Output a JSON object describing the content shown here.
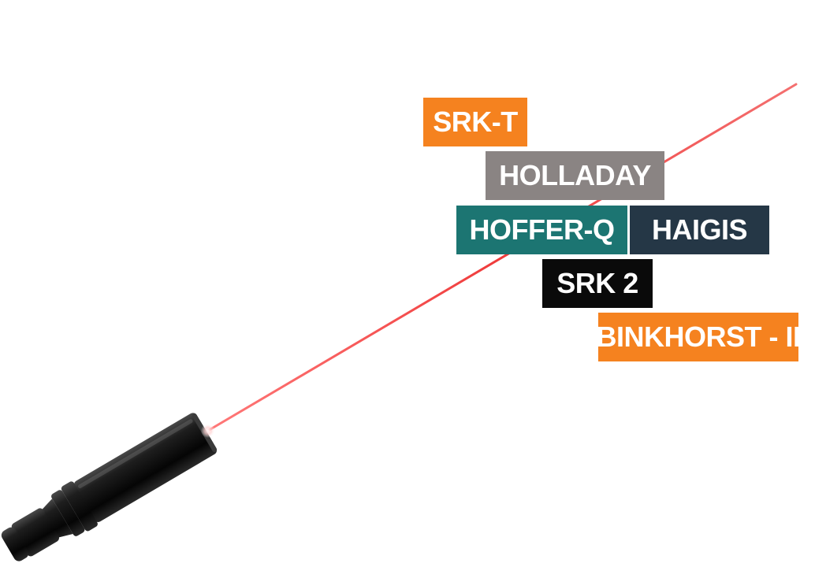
{
  "formulas": [
    {
      "id": "srkt",
      "label": "SRK-T",
      "color": "#f5821f"
    },
    {
      "id": "holladay",
      "label": "HOLLADAY",
      "color": "#8a8483"
    },
    {
      "id": "hofferq",
      "label": "HOFFER-Q",
      "color": "#1c7572"
    },
    {
      "id": "haigis",
      "label": "HAIGIS",
      "color": "#253746"
    },
    {
      "id": "srk2",
      "label": "SRK 2",
      "color": "#0a0a0a"
    },
    {
      "id": "binkhorst",
      "label": "BINKHORST - II",
      "color": "#f5821f"
    }
  ],
  "laser": {
    "beam_color": "#ee3030",
    "body_color": "#111111"
  }
}
